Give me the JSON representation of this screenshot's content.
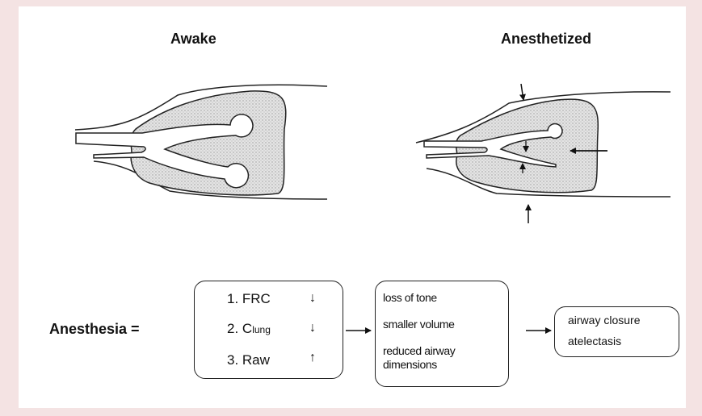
{
  "panels": {
    "awake_title": "Awake",
    "anesthetized_title": "Anesthetized"
  },
  "equation": {
    "lhs": "Anesthesia =",
    "effects": [
      {
        "prefix": "1. FRC",
        "sub": "",
        "arrow": "↓"
      },
      {
        "prefix": "2. C",
        "sub": "lung",
        "arrow": "↓"
      },
      {
        "prefix": "3. Raw",
        "sub": "",
        "arrow": "↑"
      }
    ],
    "mechanisms": [
      "loss of tone",
      "smaller volume",
      "reduced airway dimensions"
    ],
    "results": [
      "airway closure",
      "atelectasis"
    ]
  }
}
